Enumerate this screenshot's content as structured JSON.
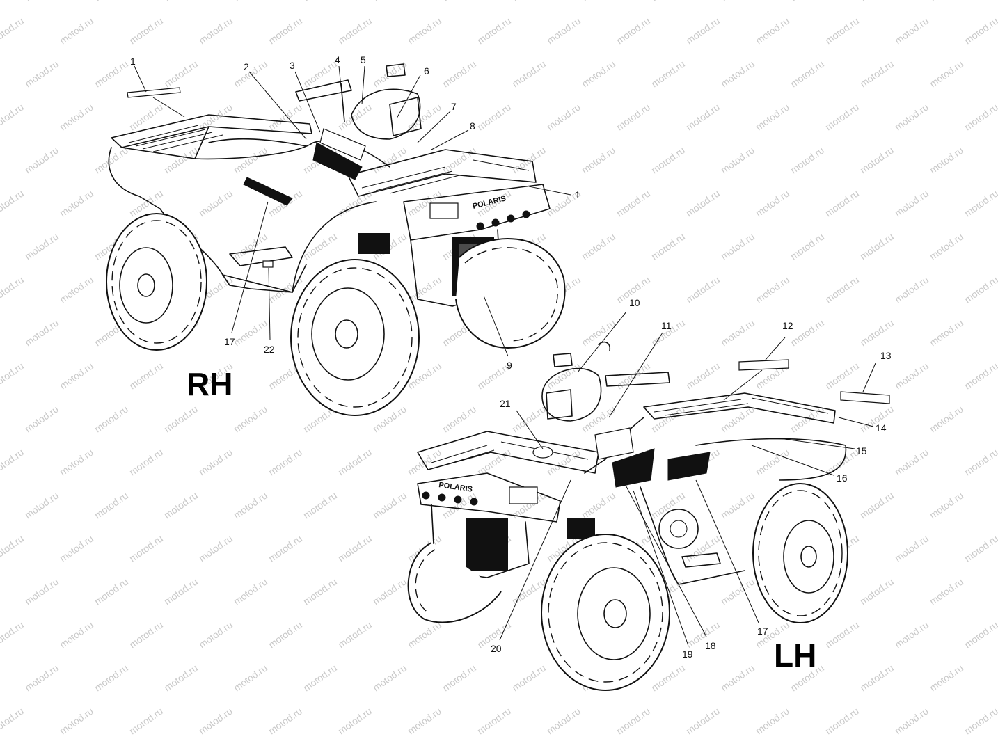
{
  "watermark": "motod.ru",
  "views": {
    "rh": "RH",
    "lh": "LH"
  },
  "callouts": [
    {
      "id": "c1a",
      "label": "1"
    },
    {
      "id": "c1b",
      "label": "1"
    },
    {
      "id": "c2",
      "label": "2"
    },
    {
      "id": "c3",
      "label": "3"
    },
    {
      "id": "c4",
      "label": "4"
    },
    {
      "id": "c5",
      "label": "5"
    },
    {
      "id": "c6",
      "label": "6"
    },
    {
      "id": "c7",
      "label": "7"
    },
    {
      "id": "c8",
      "label": "8"
    },
    {
      "id": "c9",
      "label": "9"
    },
    {
      "id": "c10",
      "label": "10"
    },
    {
      "id": "c11",
      "label": "11"
    },
    {
      "id": "c12",
      "label": "12"
    },
    {
      "id": "c13",
      "label": "13"
    },
    {
      "id": "c14",
      "label": "14"
    },
    {
      "id": "c15",
      "label": "15"
    },
    {
      "id": "c16",
      "label": "16"
    },
    {
      "id": "c17a",
      "label": "17"
    },
    {
      "id": "c17b",
      "label": "17"
    },
    {
      "id": "c18",
      "label": "18"
    },
    {
      "id": "c19",
      "label": "19"
    },
    {
      "id": "c20",
      "label": "20"
    },
    {
      "id": "c21",
      "label": "21"
    },
    {
      "id": "c22",
      "label": "22"
    }
  ]
}
